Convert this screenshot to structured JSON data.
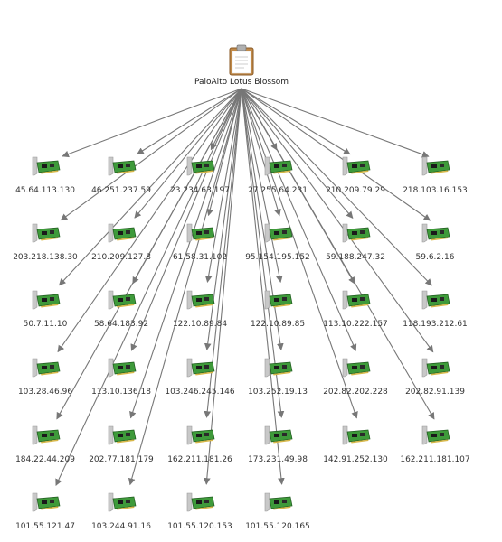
{
  "root": {
    "label": "PaloAlto Lotus Blossom",
    "icon": "clipboard-icon"
  },
  "node_icon": "network-card-icon",
  "colors": {
    "edge": "#777777",
    "card_green": "#3e9a3a",
    "card_dark": "#1f5a1e",
    "bracket": "#c8c8c8"
  },
  "nodes": [
    {
      "label": "45.64.113.130"
    },
    {
      "label": "46.251.237.59"
    },
    {
      "label": "23.234.63.197"
    },
    {
      "label": "27.255.64.231"
    },
    {
      "label": "210.209.79.29"
    },
    {
      "label": "218.103.16.153"
    },
    {
      "label": "203.218.138.30"
    },
    {
      "label": "210.209.127.8"
    },
    {
      "label": "61.58.31.102"
    },
    {
      "label": "95.154.195.152"
    },
    {
      "label": "59.188.247.32"
    },
    {
      "label": "59.6.2.16"
    },
    {
      "label": "50.7.11.10"
    },
    {
      "label": "58.64.183.92"
    },
    {
      "label": "122.10.89.84"
    },
    {
      "label": "122.10.89.85"
    },
    {
      "label": "113.10.222.157"
    },
    {
      "label": "118.193.212.61"
    },
    {
      "label": "103.28.46.96"
    },
    {
      "label": "113.10.136.18"
    },
    {
      "label": "103.246.245.146"
    },
    {
      "label": "103.252.19.13"
    },
    {
      "label": "202.82.202.228"
    },
    {
      "label": "202.82.91.139"
    },
    {
      "label": "184.22.44.209"
    },
    {
      "label": "202.77.181.179"
    },
    {
      "label": "162.211.181.26"
    },
    {
      "label": "173.231.49.98"
    },
    {
      "label": "142.91.252.130"
    },
    {
      "label": "162.211.181.107"
    },
    {
      "label": "101.55.121.47"
    },
    {
      "label": "103.244.91.16"
    },
    {
      "label": "101.55.120.153"
    },
    {
      "label": "101.55.120.165"
    }
  ]
}
